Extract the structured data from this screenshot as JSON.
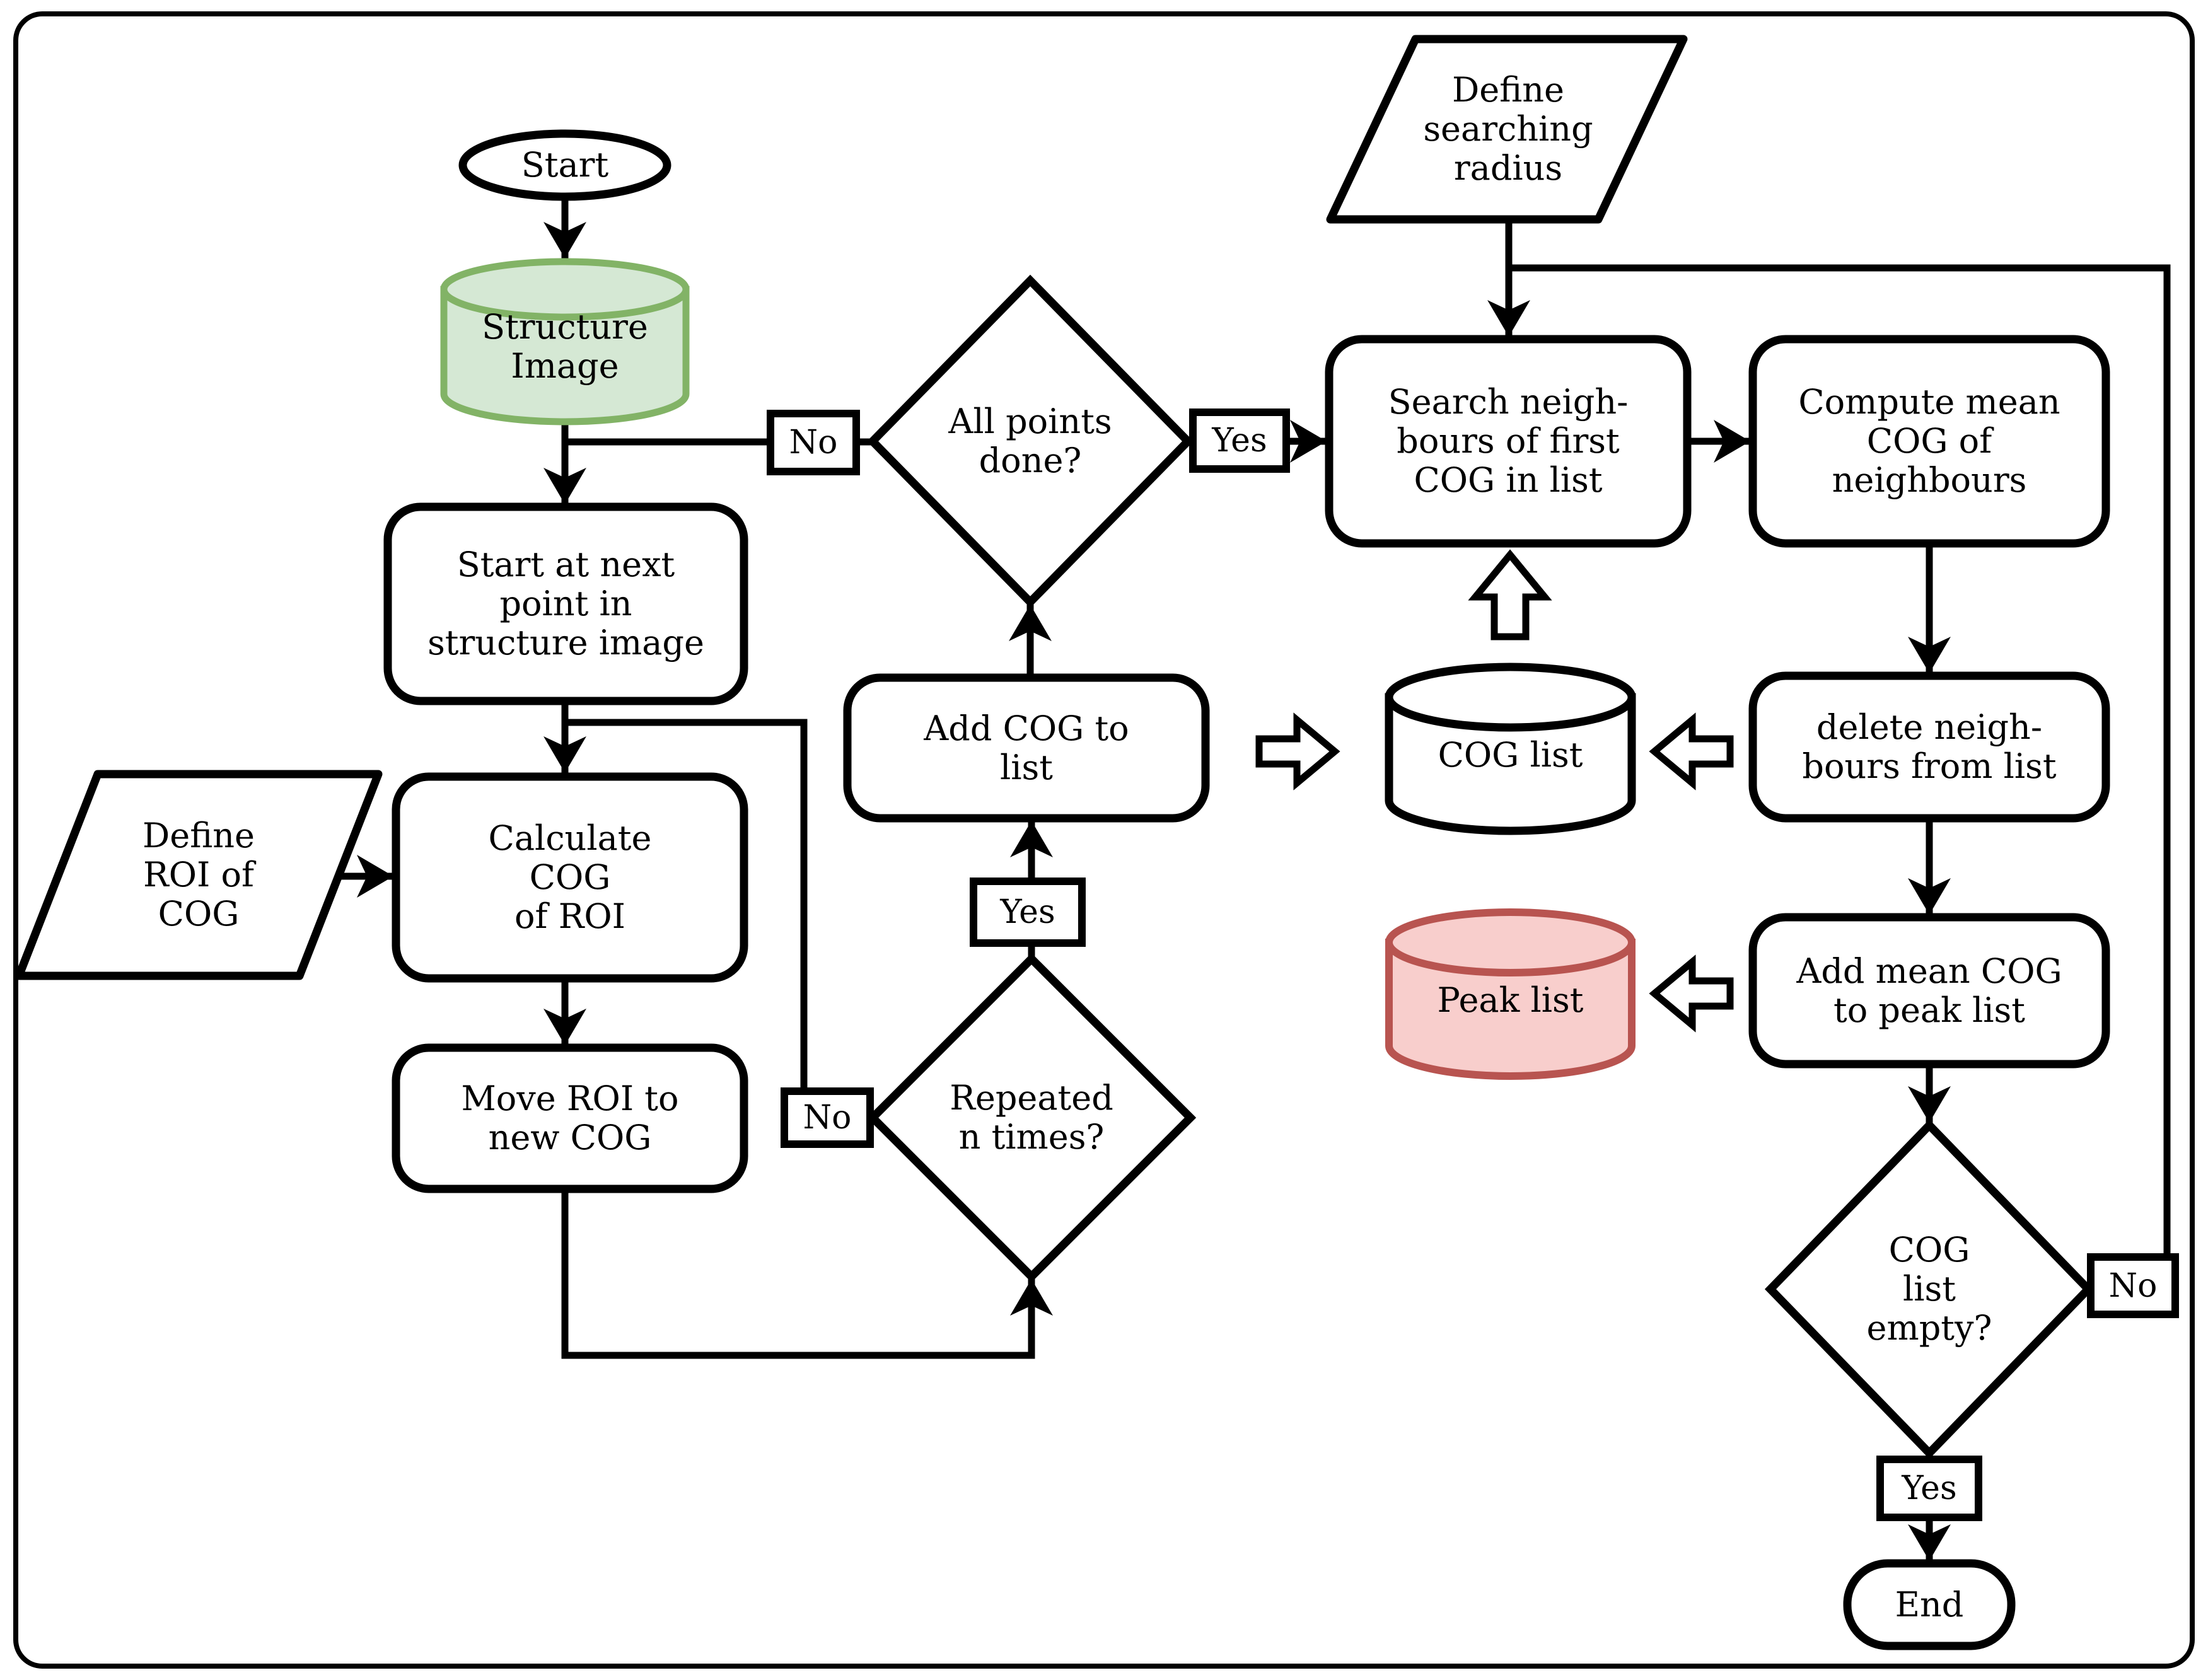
{
  "diagram": {
    "type": "flowchart",
    "description": "Peak finding algorithm flowchart using COG (centre of gravity)"
  },
  "colors": {
    "background": "#ffffff",
    "line": "#000000",
    "node_fill": "#ffffff",
    "green_fill": "#d5e8d4",
    "green_stroke": "#82b366",
    "red_fill": "#f8cecc",
    "red_stroke": "#b85450"
  },
  "nodes": {
    "start": {
      "label": "Start",
      "shape": "terminator"
    },
    "structure_image": {
      "label": "Structure\nImage",
      "shape": "cylinder-green"
    },
    "start_next": {
      "label": "Start at next\npoint in\nstructure image",
      "shape": "process"
    },
    "define_roi": {
      "label": "Define\nROI of\nCOG",
      "shape": "data-parallelogram"
    },
    "calculate_cog": {
      "label": "Calculate\nCOG\nof ROI",
      "shape": "process"
    },
    "move_roi": {
      "label": "Move ROI to\nnew COG",
      "shape": "process"
    },
    "repeated": {
      "label": "Repeated\nn times?",
      "shape": "decision"
    },
    "add_cog": {
      "label": "Add COG to\nlist",
      "shape": "process"
    },
    "all_points": {
      "label": "All points\ndone?",
      "shape": "decision"
    },
    "define_radius": {
      "label": "Define\nsearching\nradius",
      "shape": "data-parallelogram"
    },
    "search_neigh": {
      "label": "Search neigh-\nbours of first\nCOG in list",
      "shape": "process"
    },
    "compute_mean": {
      "label": "Compute mean\nCOG of\nneighbours",
      "shape": "process"
    },
    "cog_list": {
      "label": "COG list",
      "shape": "cylinder"
    },
    "delete_neigh": {
      "label": "delete neigh-\nbours from list",
      "shape": "process"
    },
    "peak_list": {
      "label": "Peak list",
      "shape": "cylinder-red"
    },
    "add_mean": {
      "label": "Add mean COG\nto peak list",
      "shape": "process"
    },
    "cog_empty": {
      "label": "COG\nlist\nempty?",
      "shape": "decision"
    },
    "end": {
      "label": "End",
      "shape": "terminator"
    }
  },
  "edge_labels": {
    "all_points_no": "No",
    "all_points_yes": "Yes",
    "repeated_yes": "Yes",
    "repeated_no": "No",
    "cog_empty_no": "No",
    "cog_empty_yes": "Yes"
  }
}
